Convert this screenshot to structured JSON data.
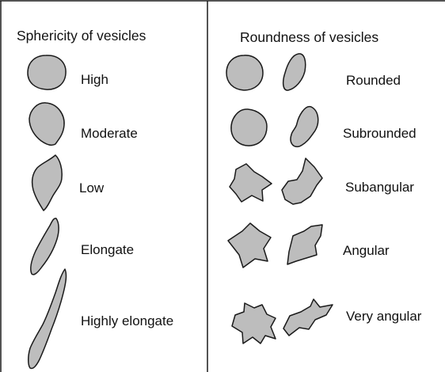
{
  "sphericity": {
    "heading": "Sphericity of vesicles",
    "classes": [
      {
        "label": "High"
      },
      {
        "label": "Moderate"
      },
      {
        "label": "Low"
      },
      {
        "label": "Elongate"
      },
      {
        "label": "Highly elongate"
      }
    ]
  },
  "roundness": {
    "heading": "Roundness of vesicles",
    "classes": [
      {
        "label": "Rounded"
      },
      {
        "label": "Subrounded"
      },
      {
        "label": "Subangular"
      },
      {
        "label": "Angular"
      },
      {
        "label": "Very angular"
      }
    ]
  },
  "colors": {
    "shape_fill": "#bdbdbd",
    "outline": "#1a1a1a",
    "text": "#111111",
    "background": "#ffffff"
  }
}
